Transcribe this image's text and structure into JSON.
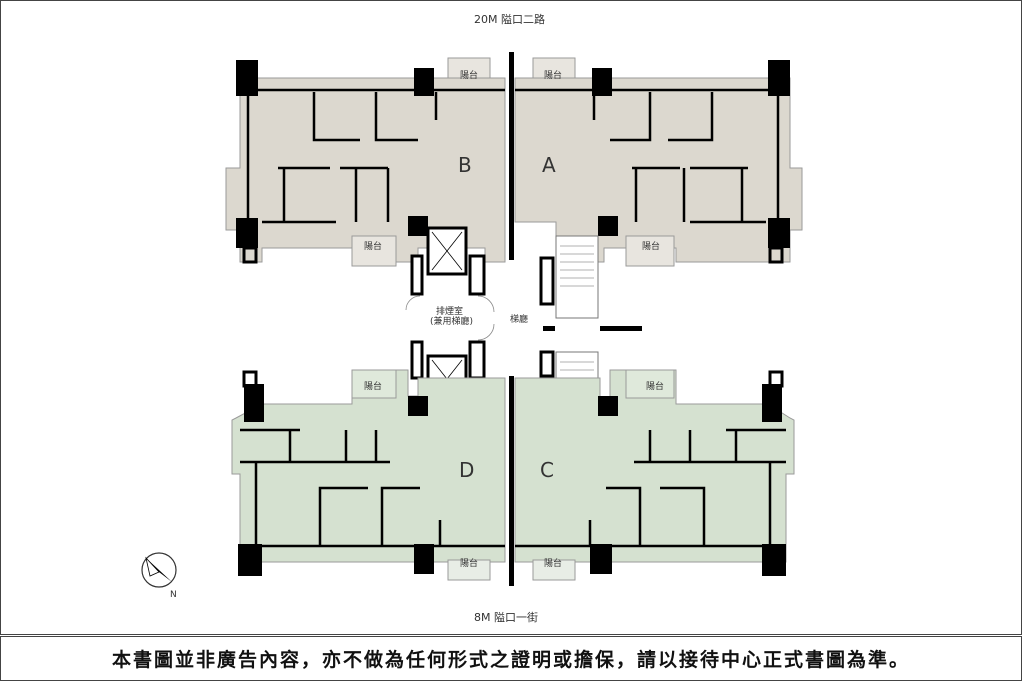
{
  "streets": {
    "top": "20M 隘口二路",
    "bottom": "8M 隘口一街"
  },
  "units": {
    "a": "A",
    "b": "B",
    "c": "C",
    "d": "D"
  },
  "balcony_label": "陽台",
  "core": {
    "lobby": "梯廳",
    "smoke_room_line1": "排煙室",
    "smoke_room_line2": "(兼用梯廳)"
  },
  "compass": {
    "north": "N"
  },
  "disclaimer": "本書圖並非廣告內容，亦不做為任何形式之證明或擔保，請以接待中心正式書圖為準。",
  "colors": {
    "upper_fill": "#dcd8cf",
    "lower_fill": "#d5e1d0",
    "wall": "#000000",
    "outline": "#9a9a9a"
  }
}
